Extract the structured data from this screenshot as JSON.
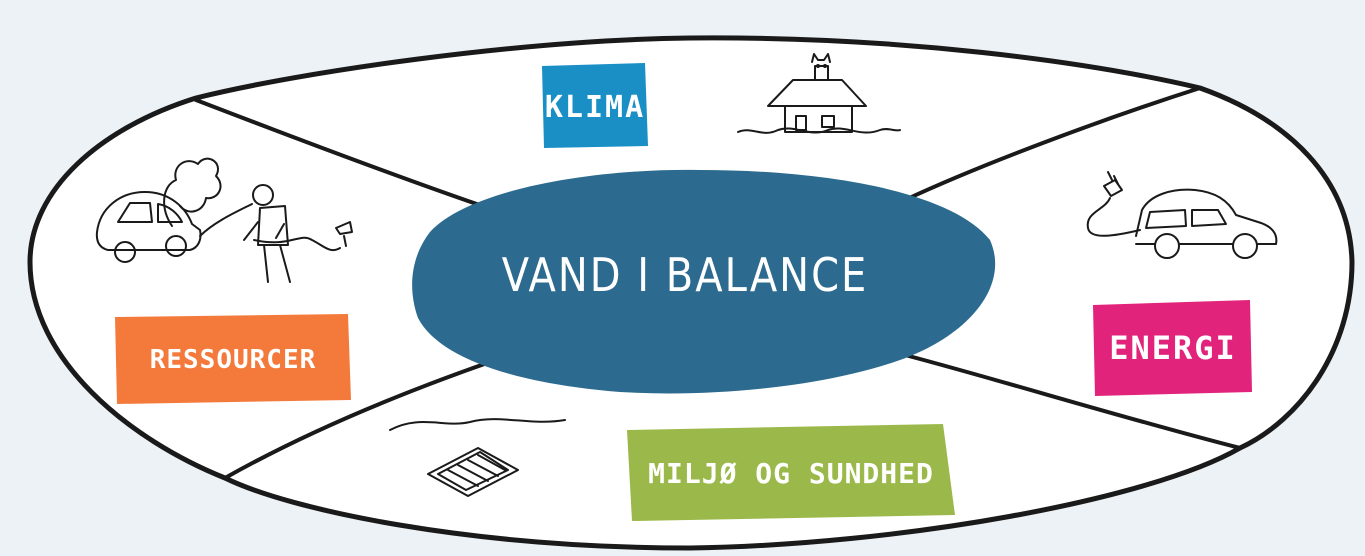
{
  "center": {
    "label": "VAND I BALANCE"
  },
  "sections": {
    "klima": {
      "label": "KLIMA",
      "color": "#1a8fc6"
    },
    "energi": {
      "label": "ENERGI",
      "color": "#e2237b"
    },
    "miljo": {
      "label": "MILJØ OG SUNDHED",
      "color": "#9bb94a"
    },
    "ressourcer": {
      "label": "RESSOURCER",
      "color": "#f47a3c"
    }
  },
  "colors": {
    "background": "#edf2f6",
    "center_fill": "#2c6b8f",
    "ring_fill": "#ffffff",
    "line": "#1a1a1a"
  },
  "icons": [
    "flooded-house-icon",
    "electric-car-icon",
    "drain-grate-icon",
    "car-crash-hose-icon"
  ]
}
